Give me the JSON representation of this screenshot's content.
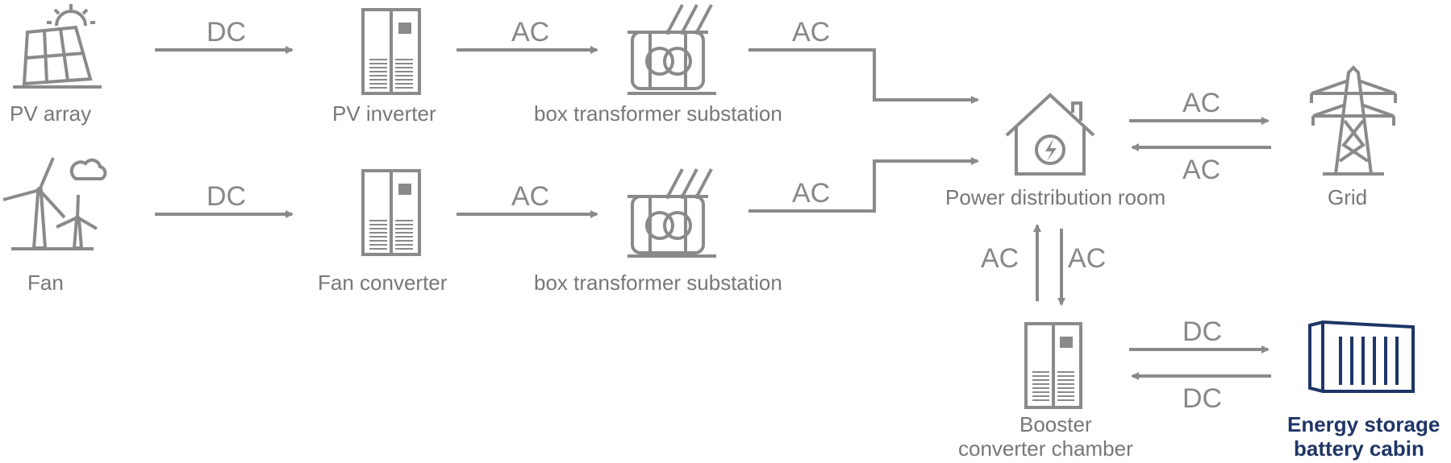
{
  "colors": {
    "gray": "#8a8a8a",
    "text_gray": "#777777",
    "storage_blue": "#1f3566"
  },
  "nodes": {
    "pv_array": "PV array",
    "pv_inverter": "PV inverter",
    "box_transformer_1": "box transformer substation",
    "fan": "Fan",
    "fan_converter": "Fan converter",
    "box_transformer_2": "box transformer substation",
    "power_room": "Power distribution room",
    "grid": "Grid",
    "booster_line1": "Booster",
    "booster_line2": "converter chamber",
    "storage_line1": "Energy storage",
    "storage_line2": "battery cabin"
  },
  "flows": {
    "pv_to_inverter": "DC",
    "inverter_to_box": "AC",
    "box1_to_room": "AC",
    "fan_to_converter": "DC",
    "converter_to_box": "AC",
    "box2_to_room": "AC",
    "room_to_grid": "AC",
    "grid_to_room": "AC",
    "booster_to_room": "AC",
    "room_to_booster": "AC",
    "booster_to_storage": "DC",
    "storage_to_booster": "DC"
  },
  "icons": [
    "solar-panel-icon",
    "sun-icon",
    "wind-turbine-icon",
    "cloud-icon",
    "inverter-cabinet-icon",
    "transformer-icon",
    "house-lightning-icon",
    "transmission-tower-icon",
    "battery-container-icon"
  ]
}
